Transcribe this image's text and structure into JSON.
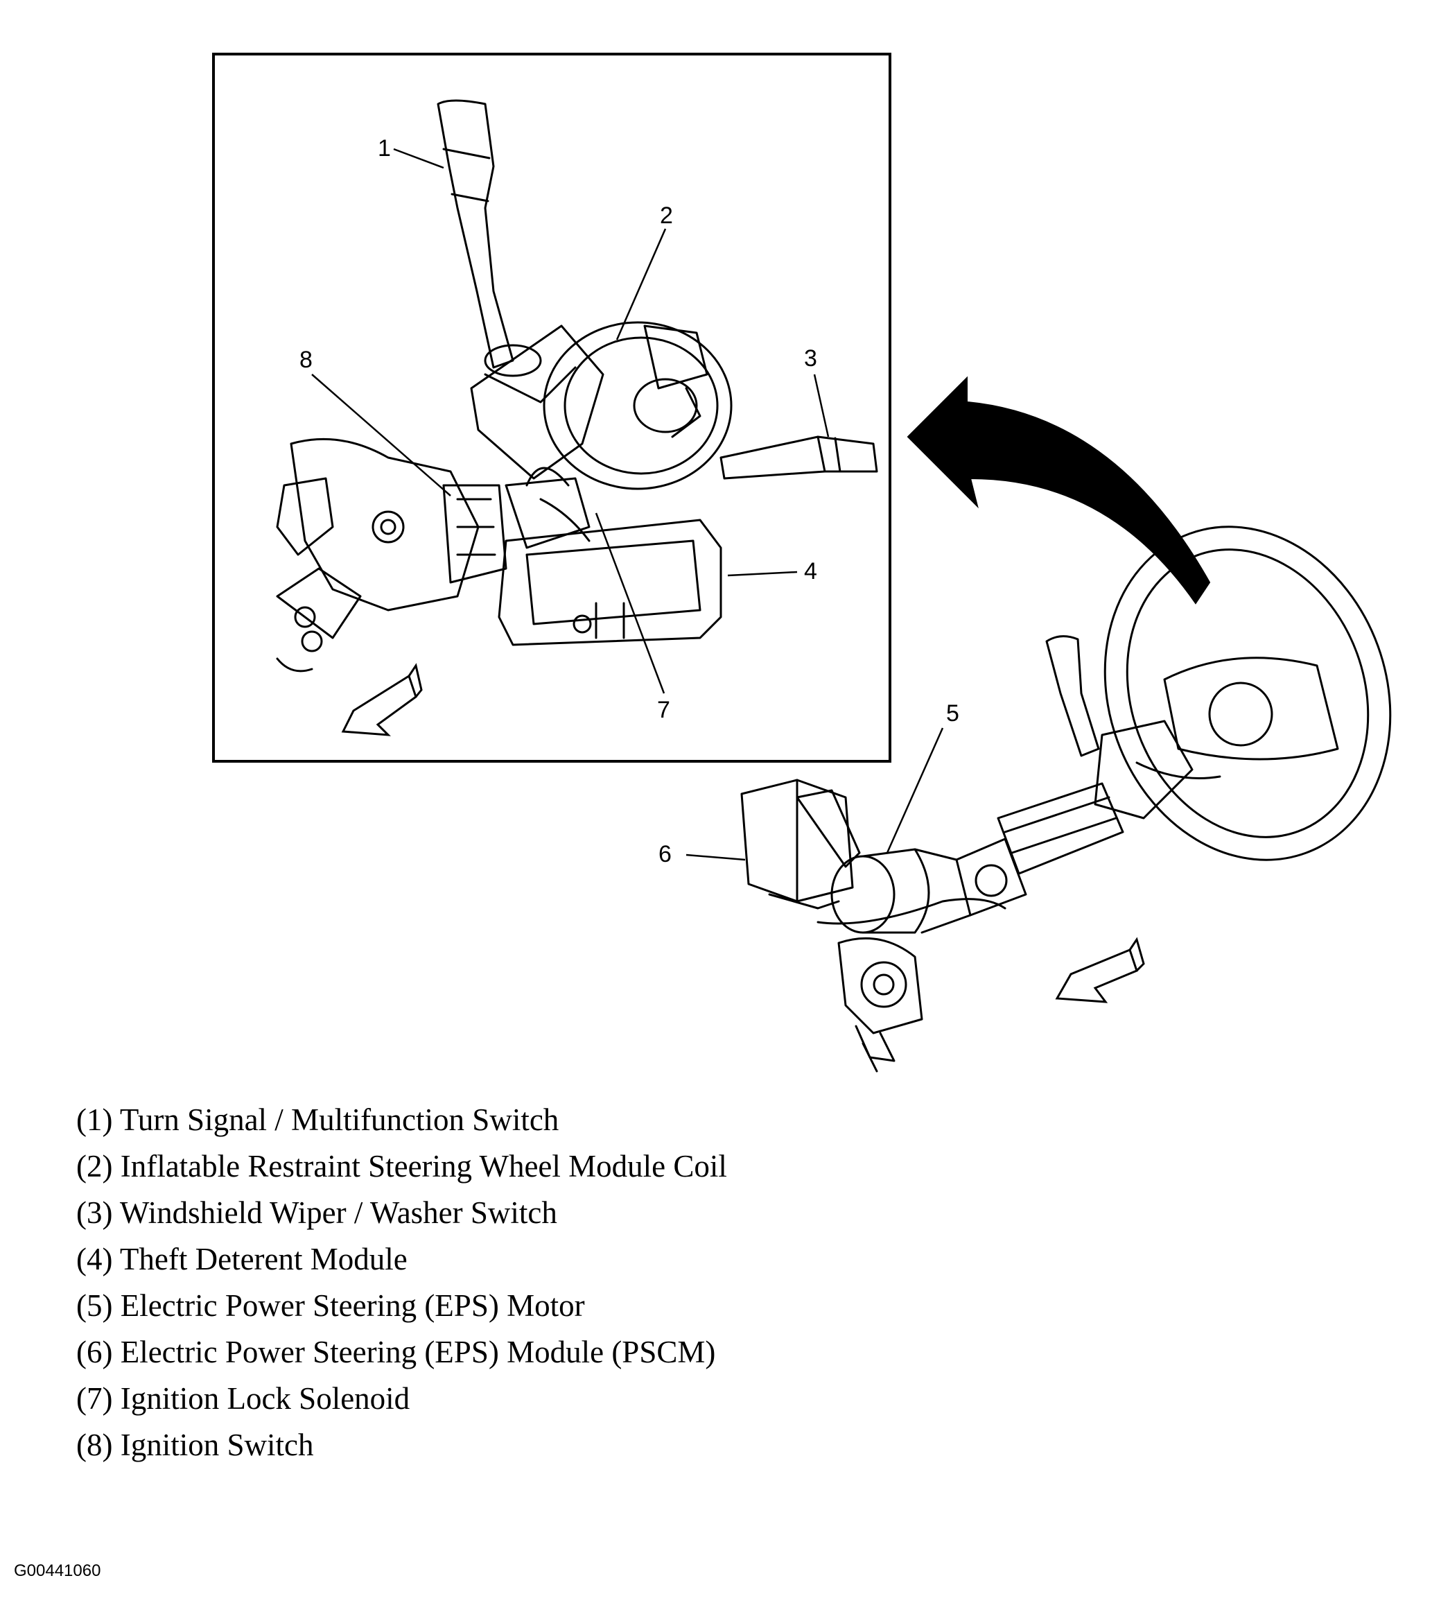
{
  "callouts": [
    "1",
    "2",
    "3",
    "4",
    "5",
    "6",
    "7",
    "8"
  ],
  "legend": [
    "(1) Turn Signal / Multifunction Switch",
    "(2) Inflatable Restraint Steering Wheel Module Coil",
    "(3) Windshield Wiper / Washer Switch",
    "(4) Theft Deterent Module",
    "(5) Electric Power Steering (EPS) Motor",
    "(6) Electric Power Steering (EPS) Module (PSCM)",
    "(7) Ignition Lock Solenoid",
    "(8) Ignition Switch"
  ],
  "figure_id": "G00441060"
}
